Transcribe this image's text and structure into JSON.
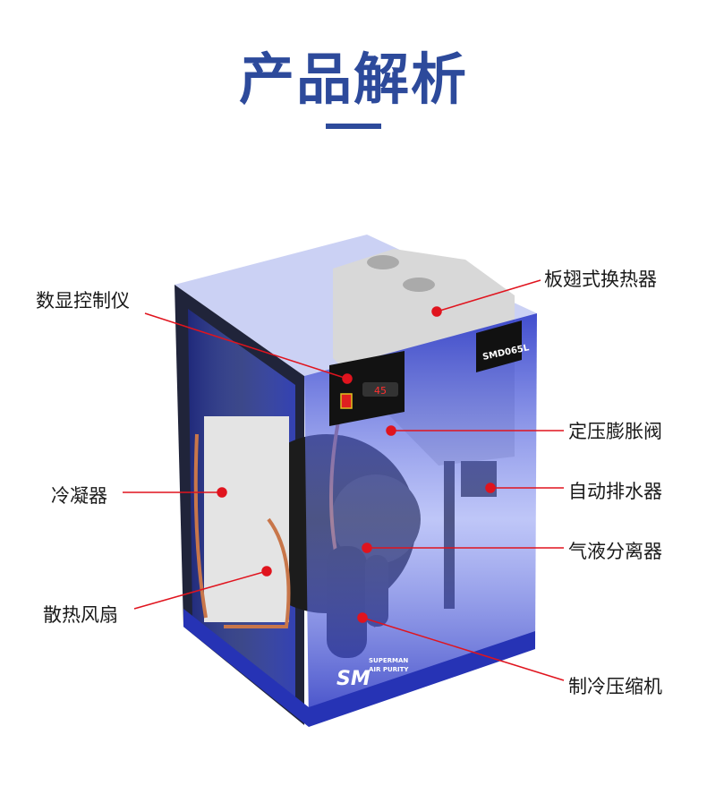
{
  "title": "产品解析",
  "product": {
    "model_label": "SMD065L",
    "display_value": "45",
    "brand_line1": "SUPERMAN",
    "brand_line2": "AIR PURITY"
  },
  "callouts": {
    "controller": "数显控制仪",
    "heat_exchanger": "板翅式换热器",
    "expansion_valve": "定压膨胀阀",
    "drain": "自动排水器",
    "separator": "气液分离器",
    "compressor": "制冷压缩机",
    "condenser": "冷凝器",
    "fan": "散热风扇"
  },
  "colors": {
    "title": "#2d4a9b",
    "callout": "#e0141e",
    "panel": "#2f3fd0"
  }
}
